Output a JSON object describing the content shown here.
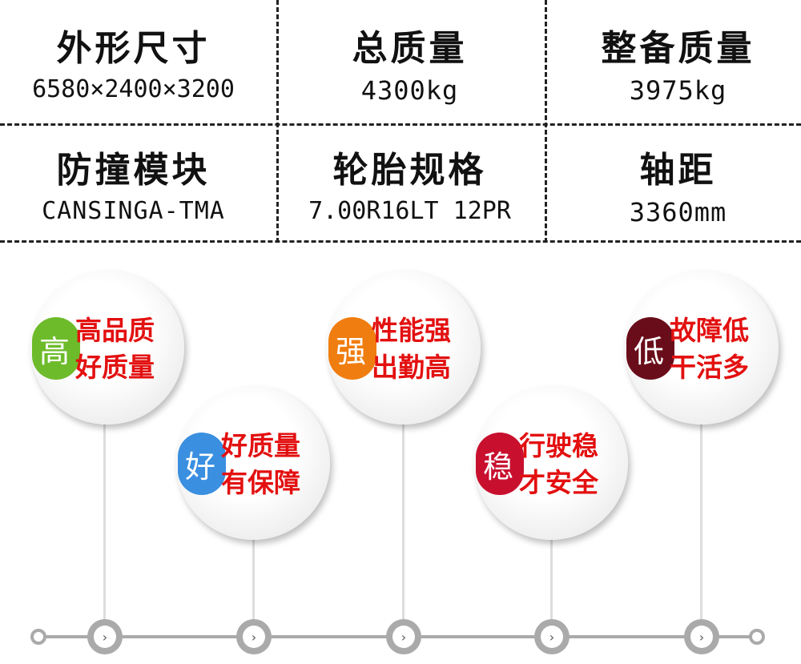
{
  "specs": [
    {
      "title": "外形尺寸",
      "value": "6580×2400×3200"
    },
    {
      "title": "总质量",
      "value": "4300kg"
    },
    {
      "title": "整备质量",
      "value": "3975kg"
    },
    {
      "title": "防撞模块",
      "value": "CANSINGA-TMA"
    },
    {
      "title": "轮胎规格",
      "value": "7.00R16LT 12PR"
    },
    {
      "title": "轴距",
      "value": "3360mm"
    }
  ],
  "features": [
    {
      "badge": "高",
      "line1": "高品质",
      "line2": "好质量",
      "color": "#6dbb2a"
    },
    {
      "badge": "好",
      "line1": "好质量",
      "line2": "有保障",
      "color": "#3a8fe0"
    },
    {
      "badge": "强",
      "line1": "性能强",
      "line2": "出勤高",
      "color": "#f07d10"
    },
    {
      "badge": "稳",
      "line1": "行驶稳",
      "line2": "才安全",
      "color": "#c8102e"
    },
    {
      "badge": "低",
      "line1": "故障低",
      "line2": "干活多",
      "color": "#6a0d1a"
    }
  ],
  "timeline": {
    "arrow": "›"
  }
}
